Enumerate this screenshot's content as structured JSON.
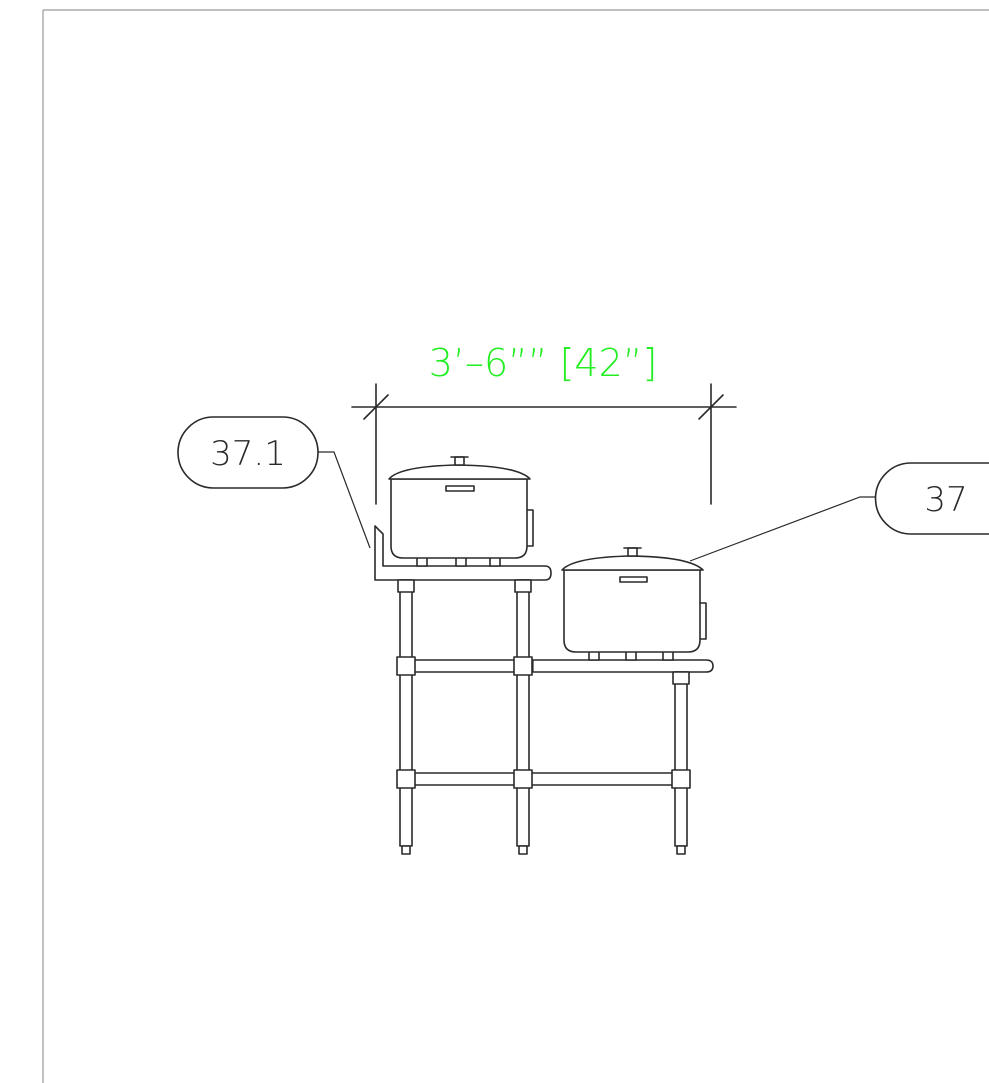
{
  "drawing": {
    "dimension": {
      "text": "3’–6”” [42”]",
      "color": "#22ee22"
    },
    "tags": {
      "left": "37.1",
      "right": "37"
    },
    "colors": {
      "line": "#2a2a2a",
      "frame": "#9a9a9a",
      "background": "#ffffff"
    }
  }
}
